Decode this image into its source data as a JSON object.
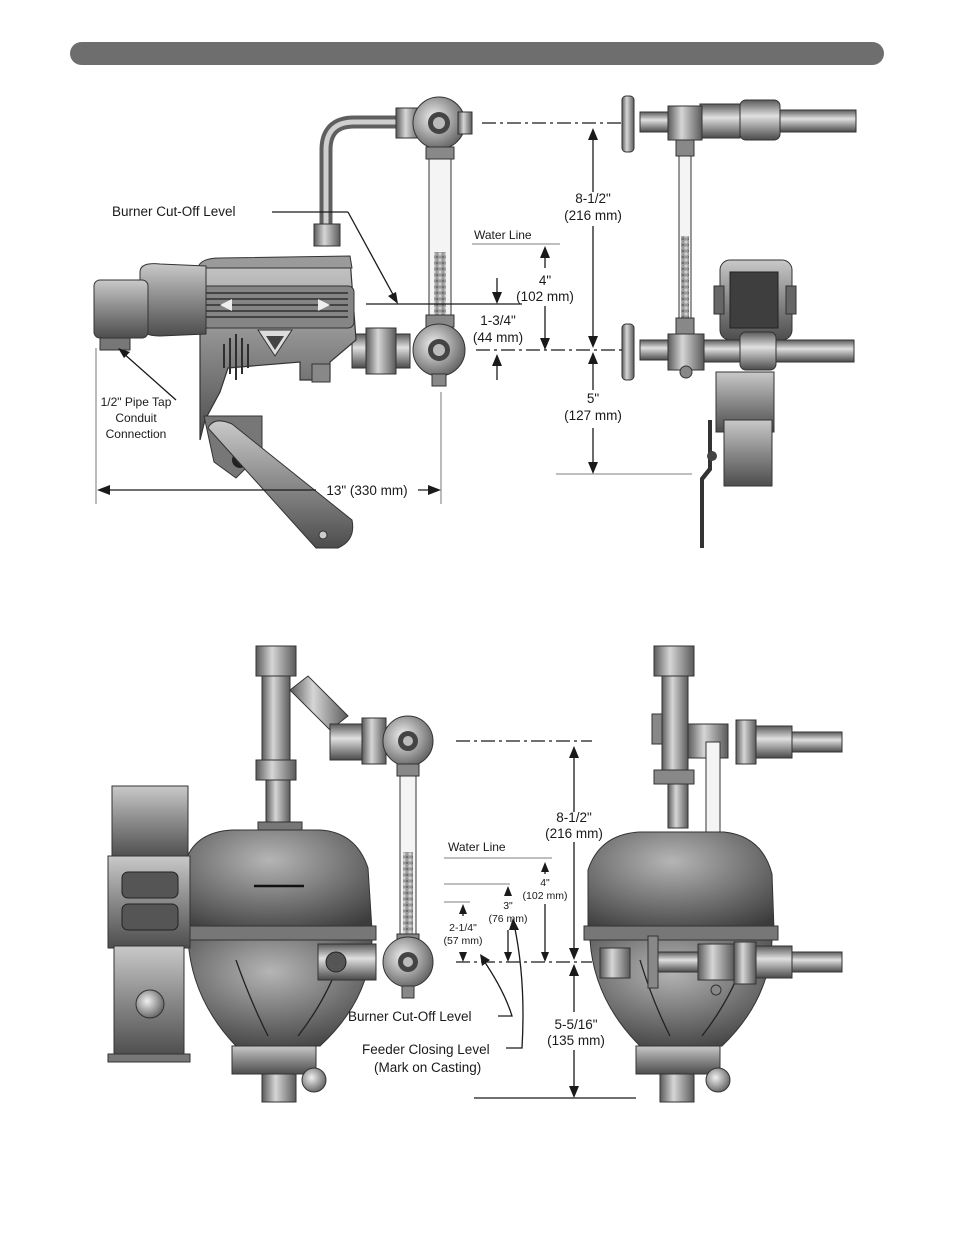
{
  "header_bar_color": "#6e6e6e",
  "top_diagram": {
    "burner_cutoff_label": "Burner Cut-Off Level",
    "water_line_label": "Water Line",
    "pipe_tap_label_line1": "1/2\" Pipe Tap",
    "pipe_tap_label_line2": "Conduit",
    "pipe_tap_label_line3": "Connection",
    "width_dim": "13\" (330 mm)",
    "height_dim_in": "8-1/2\"",
    "height_dim_mm": "(216 mm)",
    "waterline_dim_in": "4\"",
    "waterline_dim_mm": "(102 mm)",
    "cutoff_dim_in": "1-3/4\"",
    "cutoff_dim_mm": "(44 mm)",
    "lower_dim_in": "5\"",
    "lower_dim_mm": "(127 mm)"
  },
  "bottom_diagram": {
    "water_line_label": "Water Line",
    "height_dim_in": "8-1/2\"",
    "height_dim_mm": "(216 mm)",
    "waterline_dim_in": "4\"",
    "waterline_dim_mm": "(102 mm)",
    "feeder_dim_in": "3\"",
    "feeder_dim_mm": "(76 mm)",
    "cutoff_dim_in": "2-1/4\"",
    "cutoff_dim_mm": "(57 mm)",
    "lower_dim_in": "5-5/16\"",
    "lower_dim_mm": "(135 mm)",
    "burner_cutoff_label": "Burner Cut-Off Level",
    "feeder_closing_line1": "Feeder Closing Level",
    "feeder_closing_line2": "(Mark on Casting)"
  }
}
